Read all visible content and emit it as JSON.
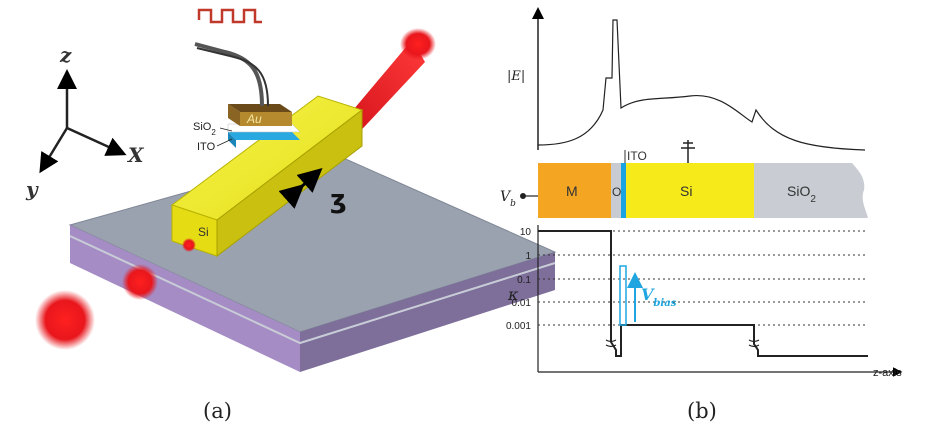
{
  "panel_a": {
    "caption": "(a)",
    "axis_labels": {
      "z": "z",
      "x": "X",
      "y": "y"
    },
    "layer_labels": {
      "au": "Au",
      "sio2": "SiO",
      "sio2_sub": "2",
      "ito": "ITO",
      "si": "Si"
    },
    "colors": {
      "waveguide": "#f2ef2c",
      "substrate_top": "#9aa2b0",
      "substrate_side": "#a58cc4",
      "laser": "#e8161c",
      "gold": "#b58a2f",
      "ito": "#2aa9e0"
    }
  },
  "panel_b": {
    "caption": "(b)",
    "field_label": "|E|",
    "regions": [
      {
        "label": "M",
        "color": "#f4a623"
      },
      {
        "label": "O",
        "color": "#c8ccd2"
      },
      {
        "label": "ITO",
        "color": "#1aa3e0"
      },
      {
        "label": "Si",
        "color": "#f7ea1a"
      },
      {
        "label": "SiO",
        "sub": "2",
        "color": "#c9ccd3"
      }
    ],
    "bias_label": "V",
    "bias_sub": "b",
    "vbias_label": "V",
    "vbias_sub": "bias",
    "kappa_label": "κ",
    "kappa_ticks": [
      "10",
      "1",
      "0.1",
      "0.01",
      "0.001"
    ],
    "z_axis_label": "z-axis",
    "accent_color": "#1fa6e0"
  }
}
